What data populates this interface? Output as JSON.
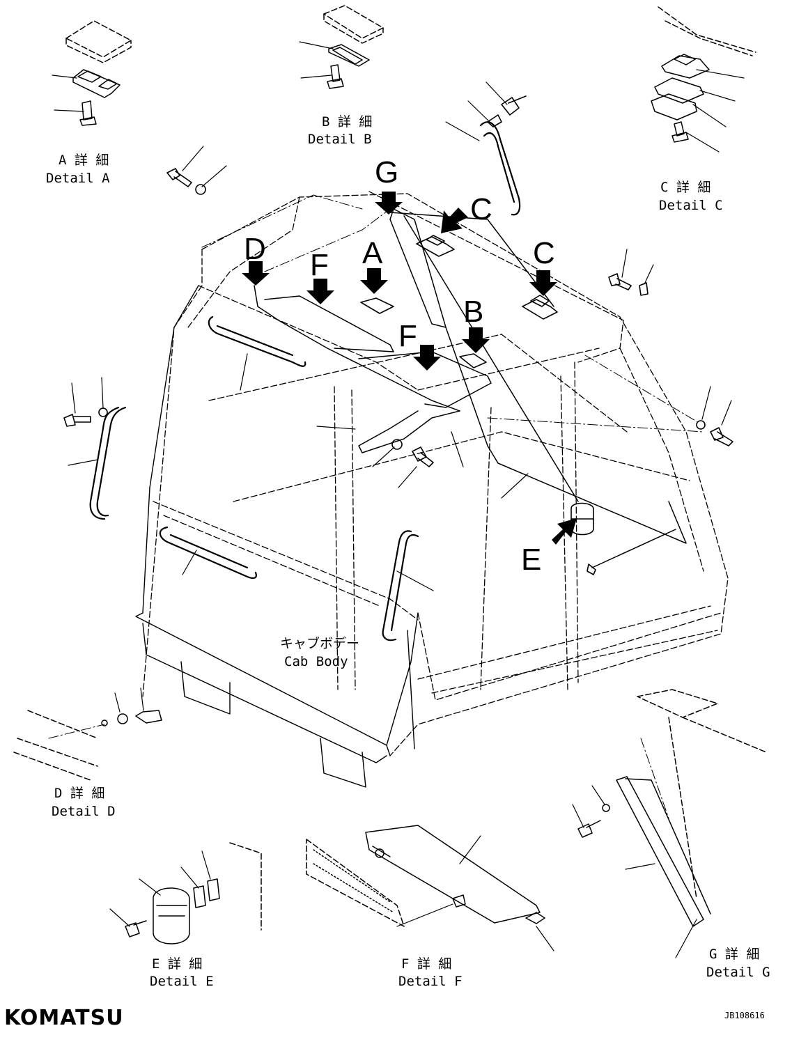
{
  "diagram": {
    "callouts": [
      "G",
      "D",
      "F",
      "A",
      "C",
      "C",
      "B",
      "F",
      "E"
    ],
    "details": [
      {
        "jp": "A 詳 細",
        "en": "Detail A"
      },
      {
        "jp": "B 詳 細",
        "en": "Detail B"
      },
      {
        "jp": "C 詳 細",
        "en": "Detail C"
      },
      {
        "jp": "D 詳 細",
        "en": "Detail D"
      },
      {
        "jp": "E 詳 細",
        "en": "Detail E"
      },
      {
        "jp": "F 詳 細",
        "en": "Detail F"
      },
      {
        "jp": "G 詳 細",
        "en": "Detail G"
      }
    ],
    "body_label": {
      "jp": "キャブボデー",
      "en": "Cab Body"
    },
    "logo": "KOMATSU",
    "drawing_id": "JB108616",
    "line_color": "#000000",
    "background": "#ffffff"
  }
}
